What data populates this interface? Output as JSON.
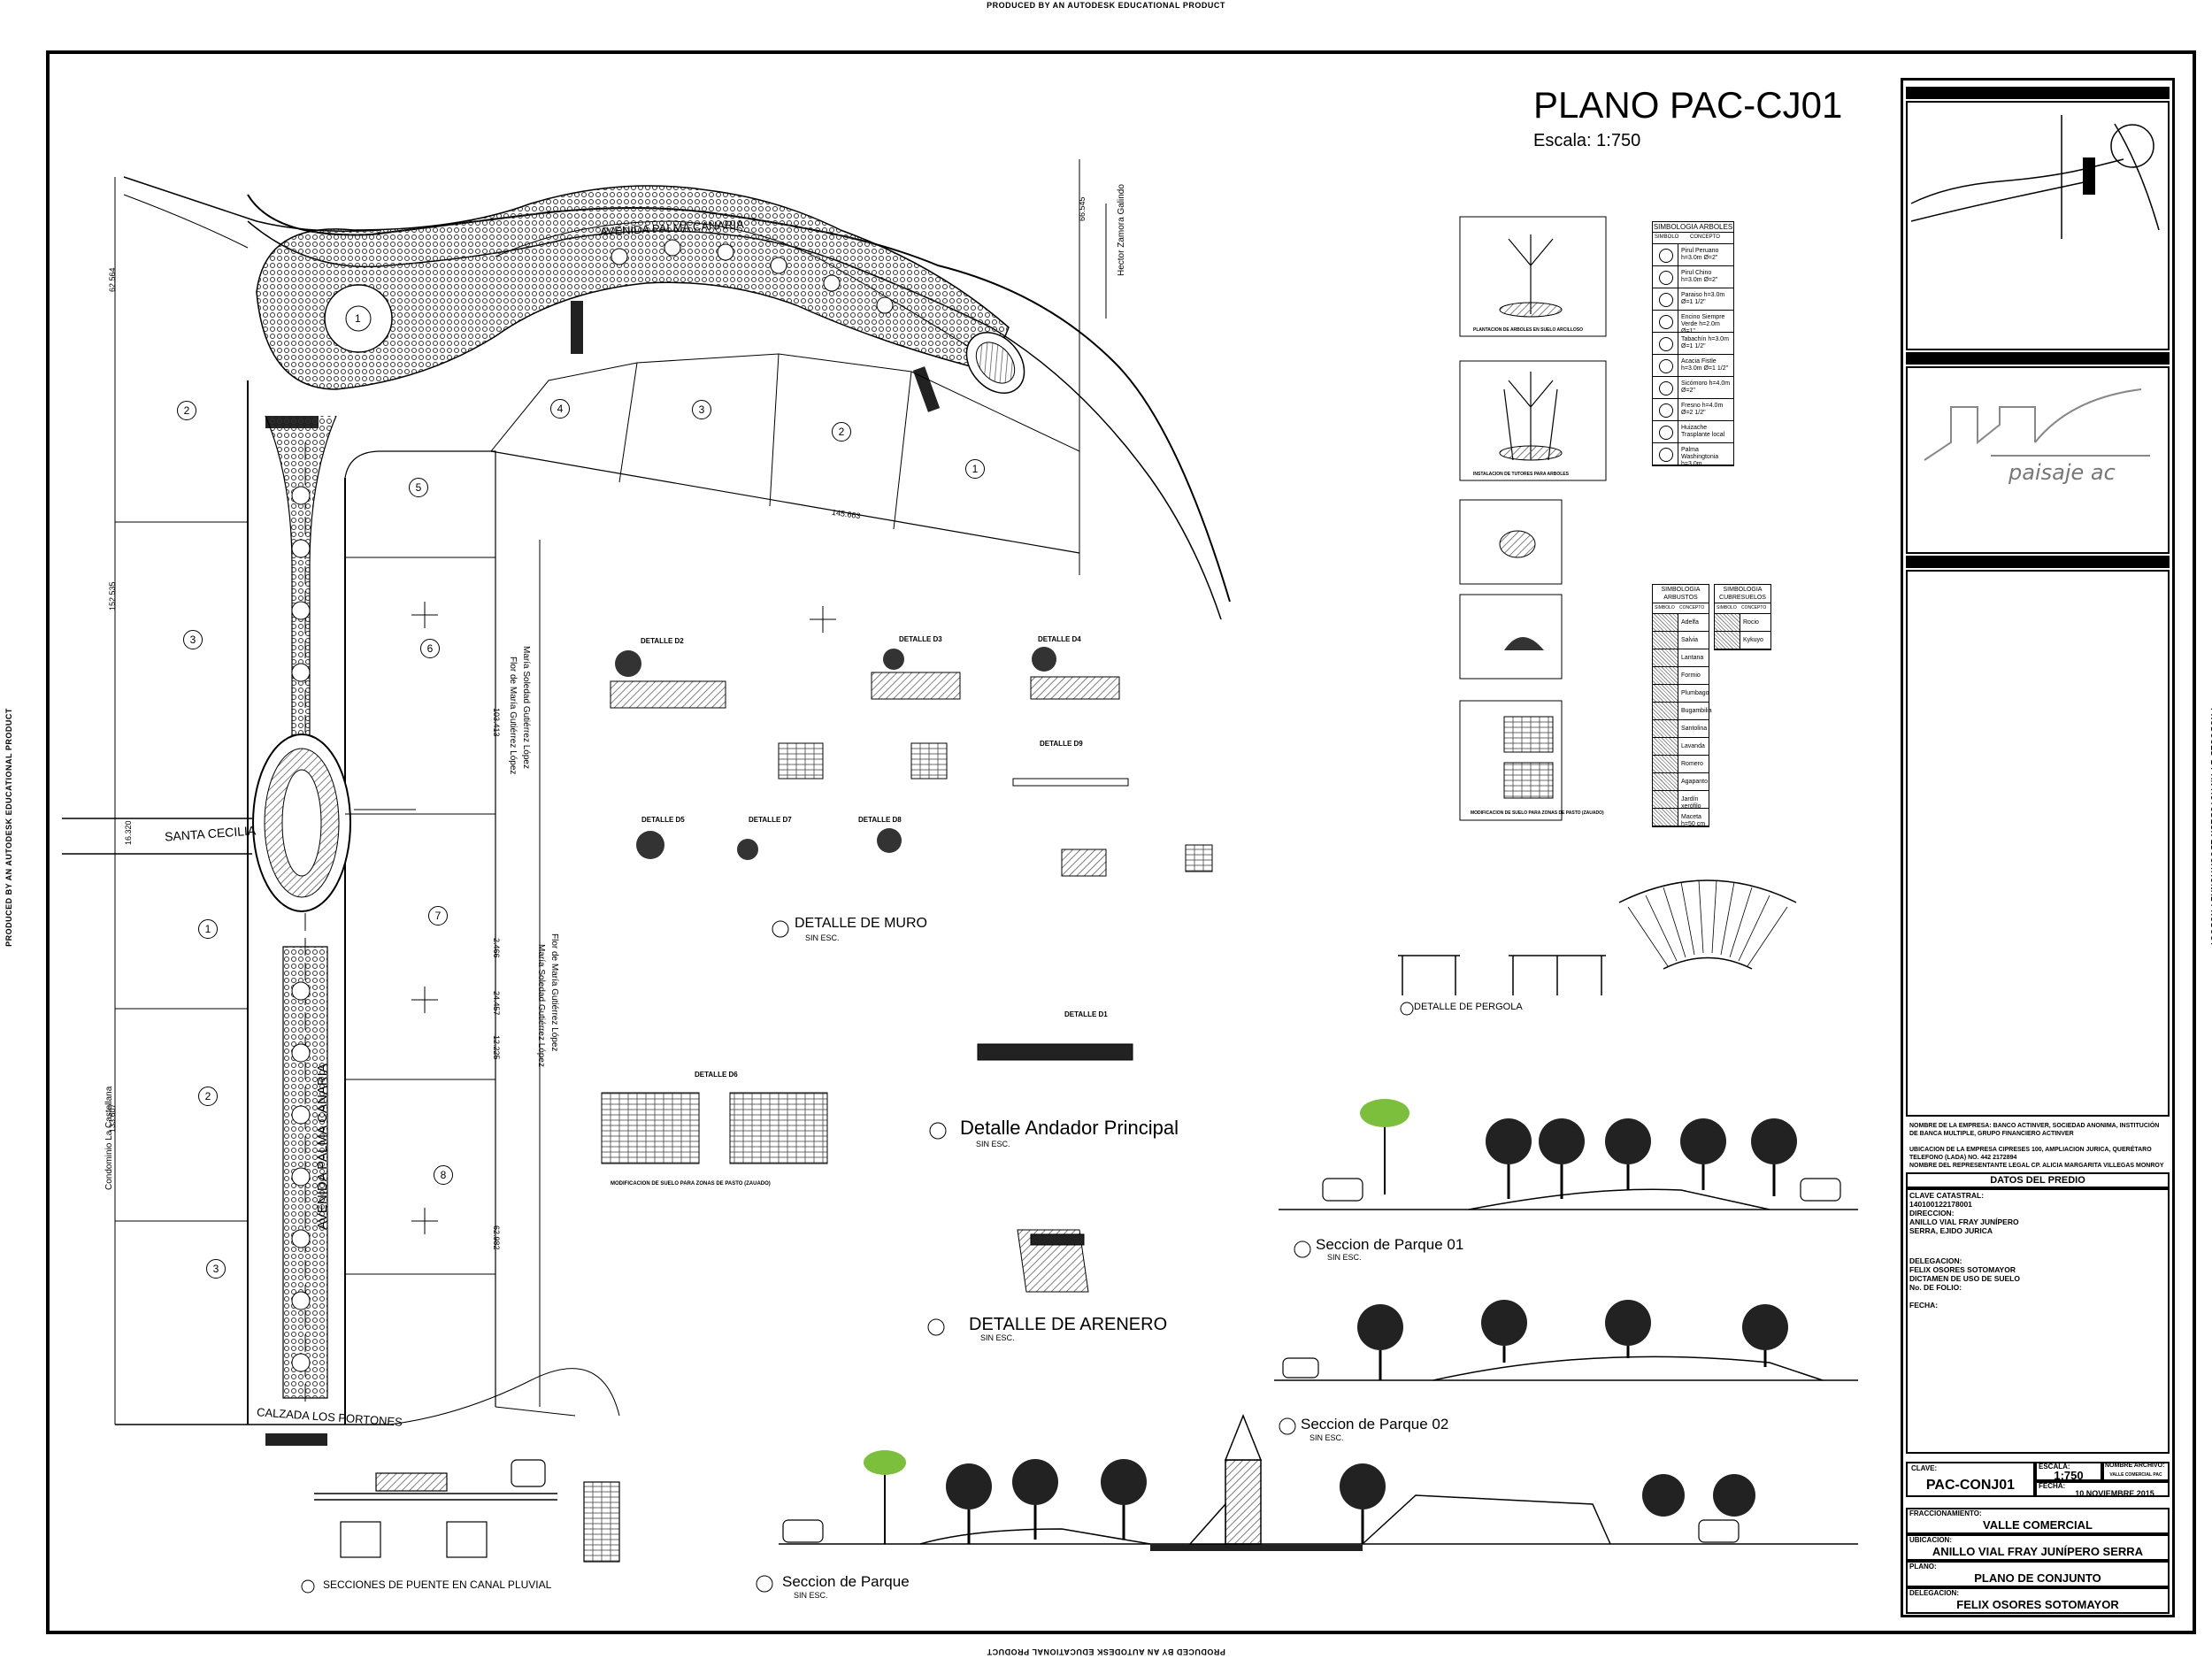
{
  "watermark": "PRODUCED BY AN AUTODESK EDUCATIONAL PRODUCT",
  "plan": {
    "title": "PLANO PAC-CJ01",
    "scale": "Escala: 1:750"
  },
  "streets": {
    "palma_top": "AVENIDA PALMA CANARIA",
    "palma_vertical": "AVENIDA PALMA CANARIA",
    "santa_cecilia": "SANTA CECILIA",
    "portones": "CALZADA LOS PORTONES",
    "hector": "Hector Zamora Galindo",
    "condominio": "Condominio La Castellana",
    "maria1": "María Soledad Gutiérrez López",
    "flor1": "Flor de María Gutiérrez López",
    "flor2": "Flor de María Gutiérrez López",
    "maria2": "María Soledad Gutiérrez López"
  },
  "dimensions": {
    "d1": "145.663",
    "d2": "62.564",
    "d3": "152.535",
    "d4": "133.607",
    "d5": "16.320",
    "d6": "103.413",
    "d7": "2.466",
    "d8": "24.457",
    "d9": "12.225",
    "d10": "62.982",
    "d11": "66.545"
  },
  "lots": {
    "l1": "1",
    "l2": "2",
    "l3": "3",
    "l4": "4",
    "l5": "5",
    "l6": "6",
    "l7": "7",
    "l8": "8",
    "l9": "2",
    "l10": "3",
    "l11": "1",
    "l12": "2",
    "l13": "3"
  },
  "details": {
    "muro": "DETALLE DE MURO",
    "andador": "Detalle Andador Principal",
    "arenero": "DETALLE DE ARENERO",
    "pergola": "DETALLE DE PERGOLA",
    "parque01": "Seccion de Parque 01",
    "parque02": "Seccion de Parque 02",
    "parque": "Seccion de Parque",
    "puente": "SECCIONES  DE PUENTE EN CANAL PLUVIAL",
    "sin_esc": "SIN ESC.",
    "d2": "DETALLE D2",
    "d3": "DETALLE D3",
    "d4": "DETALLE D4",
    "d5": "DETALLE D5",
    "d6": "DETALLE D6",
    "d7": "DETALLE D7",
    "d8": "DETALLE D8",
    "d9": "DETALLE D9",
    "d1": "DETALLE D1",
    "modificacion": "MODIFICACION DE SUELO PARA ZONAS DE PASTO (ZAUADO)",
    "plantacion": "PLANTACION DE ARBOLES EN SUELO ARCILLOSO",
    "tutores": "INSTALACION DE TUTORES PARA ARBOLES"
  },
  "legend_trees": {
    "title": "SIMBOLOGIA ARBOLES",
    "col_symbol": "SIMBOLO",
    "col_concept": "CONCEPTO",
    "items": [
      "Pirul Peruano h=3.0m  Ø=2\"",
      "Pirul Chino h=3.0m  Ø=2\"",
      "Paraiso h=3.0m  Ø=1 1/2\"",
      "Encino Siempre Verde h=2.0m  Ø=1\"",
      "Tabachín h=3.0m  Ø=1 1/2\"",
      "Acacia Fistle h=3.0m  Ø=1 1/2\"",
      "Sicómoro h=4.0m  Ø=2\"",
      "Fresno h=4.0m  Ø=2 1/2\"",
      "Huizache Trasplante local",
      "Palma Washingtonia h=3.0m"
    ]
  },
  "legend_shrubs": {
    "title": "SIMBOLOGIA ARBUSTOS",
    "col_symbol": "SIMBOLO",
    "col_concept": "CONCEPTO",
    "items": [
      "Adelfa",
      "Salvia",
      "Lantana",
      "Formio",
      "Plumbago",
      "Bugambilia",
      "Santolina",
      "Lavanda",
      "Romero",
      "Agapanto",
      "Jardín xerófilo",
      "Maceta h=50 cm"
    ]
  },
  "legend_cover": {
    "title": "SIMBOLOGIA CUBRESUELOS",
    "col_symbol": "SIMBOLO",
    "col_concept": "CONCEPTO",
    "items": [
      "Rocio",
      "Kykuyo"
    ]
  },
  "titleblock": {
    "logo_text": "paisaje ac",
    "company_name": "NOMBRE DE LA EMPRESA:  BANCO ACTINVER, SOCIEDAD ANONIMA, INSTITUCIÓN DE BANCA MULTIPLE, GRUPO FINANCIERO ACTINVER",
    "company_loc": "UBICACION DE LA EMPRESA CIPRESES 100, AMPLIACION JURICA, QUERÉTARO",
    "phone": "TELEFONO (LADA) NO.  442 2172894",
    "legal_rep": "NOMBRE DEL REPRESENTANTE LEGAL CP. ALICIA MARGARITA VILLEGAS MONROY",
    "datos_title": "DATOS DEL PREDIO",
    "clave_catastral_label": "CLAVE CATASTRAL:",
    "clave_catastral_value": "140100122178001",
    "direccion_label": "DIRECCION:",
    "direccion_l1": "ANILLO VIAL FRAY JUNÍPERO",
    "direccion_l2": "SERRA, EJIDO JURICA",
    "delegacion_label": "DELEGACION:",
    "delegacion_value": "FELIX OSORES SOTOMAYOR",
    "dictamen_label": "DICTAMEN DE USO DE SUELO",
    "folio_label": "No. DE FOLIO:",
    "fecha_label": "FECHA:",
    "clave_label": "CLAVE:",
    "clave_value": "PAC-CONJ01",
    "escala_label": "ESCALA:",
    "escala_value": "1:750",
    "archivo_label": "NOMBRE ARCHIVO:",
    "archivo_value": "VALLE COMERCIAL PAC",
    "fecha2_label": "FECHA:",
    "fecha2_value": "10 NOVIEMBRE 2015",
    "fraccionamiento_label": "FRACCIONAMIENTO:",
    "fraccionamiento_value": "VALLE COMERCIAL",
    "ubicacion_label": "UBICACION:",
    "ubicacion_value": "ANILLO VIAL FRAY JUNÍPERO SERRA",
    "plano_label": "PLANO:",
    "plano_value": "PLANO DE CONJUNTO",
    "delegacion2_label": "DELEGACION:",
    "delegacion2_value": "FELIX OSORES SOTOMAYOR"
  }
}
